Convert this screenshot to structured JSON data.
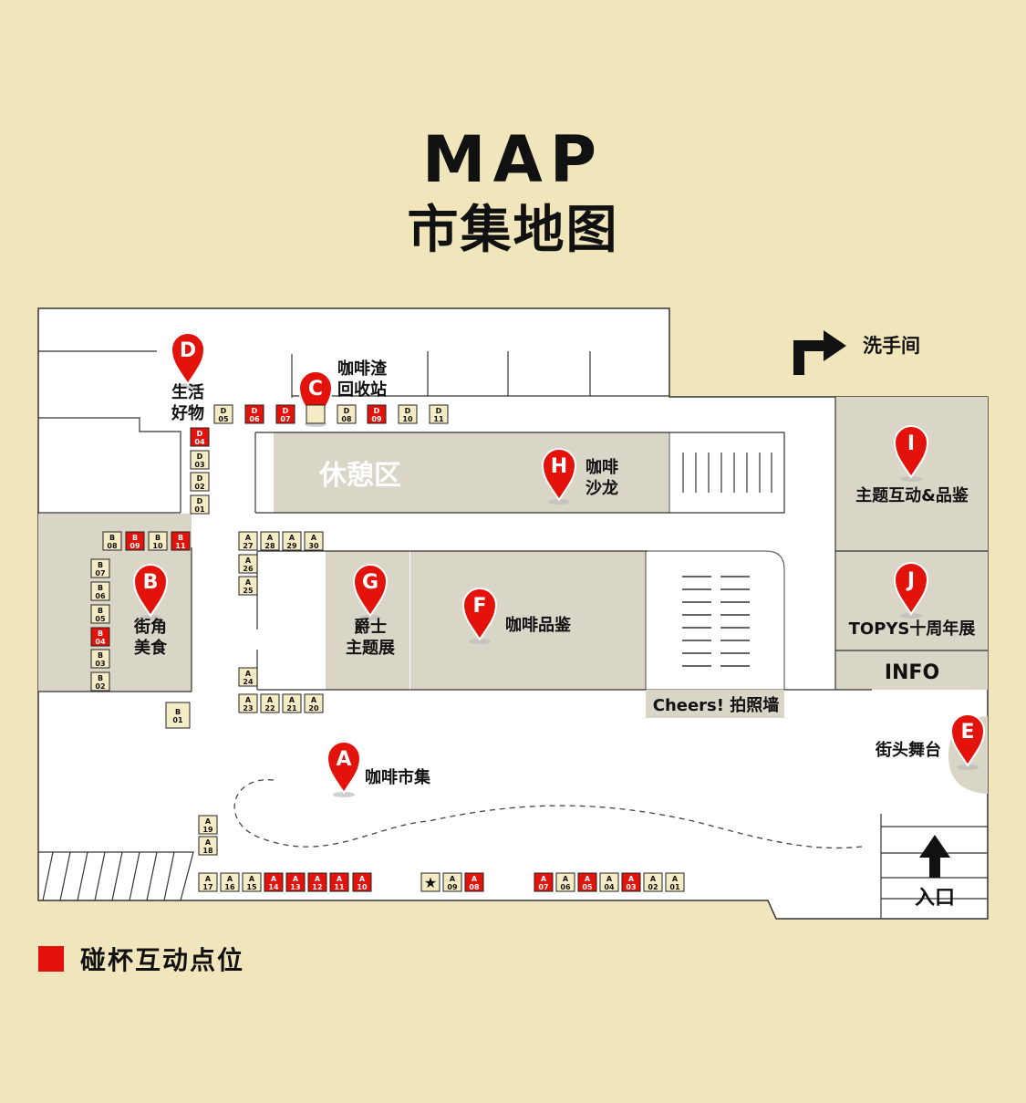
{
  "title": "MAP",
  "subtitle": "市集地图",
  "colors": {
    "background": "#f1e6bb",
    "floor": "#ffffff",
    "zone": "#d9d5c7",
    "accent_red": "#e3120b",
    "booth_cream": "#f5ecc5",
    "text": "#111111"
  },
  "signs": {
    "restroom": "洗手间",
    "entrance": "入口",
    "rest_area": "休憩区",
    "photo_wall": "Cheers! 拍照墙",
    "info": "INFO"
  },
  "markers": [
    {
      "letter": "D",
      "label": [
        "生活",
        "好物"
      ]
    },
    {
      "letter": "C",
      "label": [
        "咖啡渣",
        "回收站"
      ]
    },
    {
      "letter": "H",
      "label": [
        "咖啡",
        "沙龙"
      ]
    },
    {
      "letter": "I",
      "label": [
        "主题互动&品鉴"
      ]
    },
    {
      "letter": "B",
      "label": [
        "街角",
        "美食"
      ]
    },
    {
      "letter": "G",
      "label": [
        "爵士",
        "主题展"
      ]
    },
    {
      "letter": "F",
      "label": [
        "咖啡品鉴"
      ]
    },
    {
      "letter": "J",
      "label": [
        "TOPYS十周年展"
      ]
    },
    {
      "letter": "E",
      "label": [
        "街头舞台"
      ]
    },
    {
      "letter": "A",
      "label": [
        "咖啡市集"
      ]
    }
  ],
  "booths": [
    {
      "letter": "D",
      "num": "05",
      "toast": false
    },
    {
      "letter": "D",
      "num": "06",
      "toast": true
    },
    {
      "letter": "D",
      "num": "07",
      "toast": true
    },
    {
      "letter": "",
      "num": "",
      "toast": false
    },
    {
      "letter": "D",
      "num": "08",
      "toast": false
    },
    {
      "letter": "D",
      "num": "09",
      "toast": true
    },
    {
      "letter": "D",
      "num": "10",
      "toast": false
    },
    {
      "letter": "D",
      "num": "11",
      "toast": false
    },
    {
      "letter": "D",
      "num": "04",
      "toast": true
    },
    {
      "letter": "D",
      "num": "03",
      "toast": false
    },
    {
      "letter": "D",
      "num": "02",
      "toast": false
    },
    {
      "letter": "D",
      "num": "01",
      "toast": false
    },
    {
      "letter": "B",
      "num": "08",
      "toast": false
    },
    {
      "letter": "B",
      "num": "09",
      "toast": true
    },
    {
      "letter": "B",
      "num": "10",
      "toast": false
    },
    {
      "letter": "B",
      "num": "11",
      "toast": true
    },
    {
      "letter": "B",
      "num": "07",
      "toast": false
    },
    {
      "letter": "B",
      "num": "06",
      "toast": false
    },
    {
      "letter": "B",
      "num": "05",
      "toast": false
    },
    {
      "letter": "B",
      "num": "04",
      "toast": true
    },
    {
      "letter": "B",
      "num": "03",
      "toast": false
    },
    {
      "letter": "B",
      "num": "02",
      "toast": false
    },
    {
      "letter": "B",
      "num": "01",
      "toast": false
    },
    {
      "letter": "A",
      "num": "27",
      "toast": false
    },
    {
      "letter": "A",
      "num": "28",
      "toast": false
    },
    {
      "letter": "A",
      "num": "29",
      "toast": false
    },
    {
      "letter": "A",
      "num": "30",
      "toast": false
    },
    {
      "letter": "A",
      "num": "26",
      "toast": false
    },
    {
      "letter": "A",
      "num": "25",
      "toast": false
    },
    {
      "letter": "A",
      "num": "24",
      "toast": false
    },
    {
      "letter": "A",
      "num": "23",
      "toast": false
    },
    {
      "letter": "A",
      "num": "22",
      "toast": false
    },
    {
      "letter": "A",
      "num": "21",
      "toast": false
    },
    {
      "letter": "A",
      "num": "20",
      "toast": false
    },
    {
      "letter": "A",
      "num": "19",
      "toast": false
    },
    {
      "letter": "A",
      "num": "18",
      "toast": false
    },
    {
      "letter": "A",
      "num": "17",
      "toast": false
    },
    {
      "letter": "A",
      "num": "16",
      "toast": false
    },
    {
      "letter": "A",
      "num": "15",
      "toast": false
    },
    {
      "letter": "A",
      "num": "14",
      "toast": true
    },
    {
      "letter": "A",
      "num": "13",
      "toast": true
    },
    {
      "letter": "A",
      "num": "12",
      "toast": true
    },
    {
      "letter": "A",
      "num": "11",
      "toast": true
    },
    {
      "letter": "A",
      "num": "10",
      "toast": true
    },
    {
      "letter": "★",
      "num": "",
      "toast": false
    },
    {
      "letter": "A",
      "num": "09",
      "toast": false
    },
    {
      "letter": "A",
      "num": "08",
      "toast": true
    },
    {
      "letter": "A",
      "num": "07",
      "toast": true
    },
    {
      "letter": "A",
      "num": "06",
      "toast": false
    },
    {
      "letter": "A",
      "num": "05",
      "toast": true
    },
    {
      "letter": "A",
      "num": "04",
      "toast": false
    },
    {
      "letter": "A",
      "num": "03",
      "toast": true
    },
    {
      "letter": "A",
      "num": "02",
      "toast": false
    },
    {
      "letter": "A",
      "num": "01",
      "toast": false
    }
  ],
  "legend": {
    "label": "碰杯互动点位"
  }
}
